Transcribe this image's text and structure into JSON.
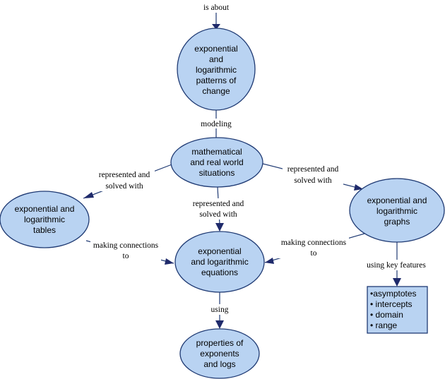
{
  "nodes": {
    "patterns": [
      "exponential",
      "and",
      "logarithmic",
      "patterns of",
      "change"
    ],
    "situations": [
      "mathematical",
      "and real world",
      "situations"
    ],
    "tables": [
      "exponential and",
      "logarithmic",
      "tables"
    ],
    "equations": [
      "exponential",
      "and logarithmic",
      "equations"
    ],
    "graphs": [
      "exponential and",
      "logarithmic",
      "graphs"
    ],
    "properties": [
      "properties of",
      "exponents",
      "and logs"
    ],
    "features": [
      "•asymptotes",
      "• intercepts",
      "• domain",
      "• range"
    ]
  },
  "links": {
    "is_about": "is about",
    "modeling": "modeling",
    "rep_left": [
      "represented and",
      "solved with"
    ],
    "rep_center": [
      "represented and",
      "solved with"
    ],
    "rep_right": [
      "represented and",
      "solved with"
    ],
    "conn_left": [
      "making connections",
      "to"
    ],
    "conn_right": [
      "making connections",
      "to"
    ],
    "using_key": "using key features",
    "using": "using"
  },
  "colors": {
    "node_fill": "#b9d3f2",
    "node_stroke": "#1f3a73",
    "arrow": "#1f2a6b"
  }
}
